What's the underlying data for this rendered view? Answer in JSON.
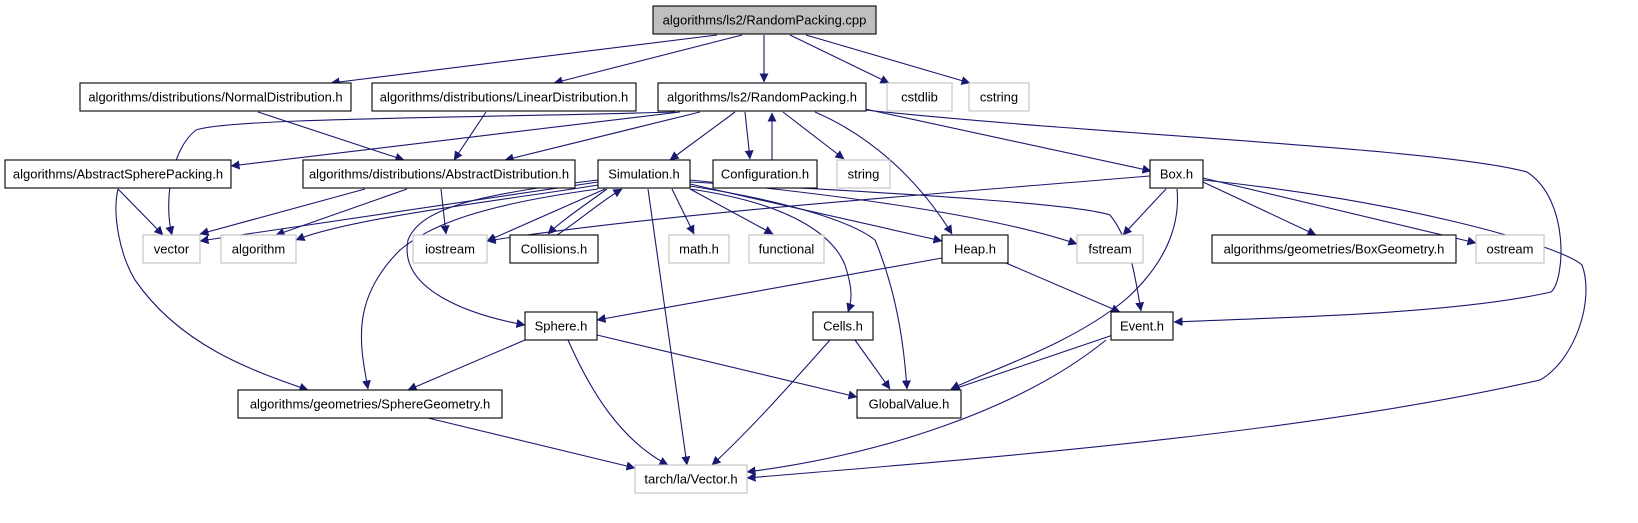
{
  "graph": {
    "edge_color": "#191970",
    "root_fill": "#bfbfbf",
    "nodes": [
      {
        "id": "root",
        "label": "algorithms/ls2/RandomPacking.cpp",
        "kind": "root"
      },
      {
        "id": "normal",
        "label": "algorithms/distributions/NormalDistribution.h",
        "kind": "internal"
      },
      {
        "id": "linear",
        "label": "algorithms/distributions/LinearDistribution.h",
        "kind": "internal"
      },
      {
        "id": "rph",
        "label": "algorithms/ls2/RandomPacking.h",
        "kind": "internal"
      },
      {
        "id": "cstdlib",
        "label": "cstdlib",
        "kind": "external"
      },
      {
        "id": "cstring",
        "label": "cstring",
        "kind": "external"
      },
      {
        "id": "asp",
        "label": "algorithms/AbstractSpherePacking.h",
        "kind": "internal"
      },
      {
        "id": "absdist",
        "label": "algorithms/distributions/AbstractDistribution.h",
        "kind": "internal"
      },
      {
        "id": "sim",
        "label": "Simulation.h",
        "kind": "internal"
      },
      {
        "id": "config",
        "label": "Configuration.h",
        "kind": "internal"
      },
      {
        "id": "string",
        "label": "string",
        "kind": "external"
      },
      {
        "id": "box",
        "label": "Box.h",
        "kind": "internal"
      },
      {
        "id": "vector",
        "label": "vector",
        "kind": "external"
      },
      {
        "id": "algorithm",
        "label": "algorithm",
        "kind": "external"
      },
      {
        "id": "iostream",
        "label": "iostream",
        "kind": "external"
      },
      {
        "id": "collisions",
        "label": "Collisions.h",
        "kind": "internal"
      },
      {
        "id": "math",
        "label": "math.h",
        "kind": "external"
      },
      {
        "id": "functional",
        "label": "functional",
        "kind": "external"
      },
      {
        "id": "heap",
        "label": "Heap.h",
        "kind": "internal"
      },
      {
        "id": "fstream",
        "label": "fstream",
        "kind": "external"
      },
      {
        "id": "boxgeo",
        "label": "algorithms/geometries/BoxGeometry.h",
        "kind": "internal"
      },
      {
        "id": "ostream",
        "label": "ostream",
        "kind": "external"
      },
      {
        "id": "sphere",
        "label": "Sphere.h",
        "kind": "internal"
      },
      {
        "id": "cells",
        "label": "Cells.h",
        "kind": "internal"
      },
      {
        "id": "event",
        "label": "Event.h",
        "kind": "internal"
      },
      {
        "id": "spheregeo",
        "label": "algorithms/geometries/SphereGeometry.h",
        "kind": "internal"
      },
      {
        "id": "globalvalue",
        "label": "GlobalValue.h",
        "kind": "internal"
      },
      {
        "id": "vectorh",
        "label": "tarch/la/Vector.h",
        "kind": "external"
      }
    ],
    "edges": [
      [
        "root",
        "normal"
      ],
      [
        "root",
        "linear"
      ],
      [
        "root",
        "rph"
      ],
      [
        "root",
        "cstdlib"
      ],
      [
        "root",
        "cstring"
      ],
      [
        "normal",
        "absdist"
      ],
      [
        "linear",
        "absdist"
      ],
      [
        "rph",
        "asp"
      ],
      [
        "rph",
        "absdist"
      ],
      [
        "rph",
        "sim"
      ],
      [
        "rph",
        "config"
      ],
      [
        "rph",
        "string"
      ],
      [
        "rph",
        "box"
      ],
      [
        "rph",
        "vector"
      ],
      [
        "rph",
        "heap"
      ],
      [
        "rph",
        "event"
      ],
      [
        "config",
        "rph"
      ],
      [
        "asp",
        "vector"
      ],
      [
        "asp",
        "spheregeo"
      ],
      [
        "absdist",
        "vector"
      ],
      [
        "absdist",
        "algorithm"
      ],
      [
        "absdist",
        "iostream"
      ],
      [
        "sim",
        "vector"
      ],
      [
        "sim",
        "algorithm"
      ],
      [
        "sim",
        "iostream"
      ],
      [
        "sim",
        "collisions"
      ],
      [
        "sim",
        "math"
      ],
      [
        "sim",
        "functional"
      ],
      [
        "sim",
        "heap"
      ],
      [
        "sim",
        "fstream"
      ],
      [
        "sim",
        "sphere"
      ],
      [
        "sim",
        "cells"
      ],
      [
        "sim",
        "event"
      ],
      [
        "sim",
        "spheregeo"
      ],
      [
        "sim",
        "globalvalue"
      ],
      [
        "sim",
        "vectorh"
      ],
      [
        "collisions",
        "sim"
      ],
      [
        "box",
        "iostream"
      ],
      [
        "box",
        "fstream"
      ],
      [
        "box",
        "boxgeo"
      ],
      [
        "box",
        "ostream"
      ],
      [
        "box",
        "globalvalue"
      ],
      [
        "box",
        "vectorh"
      ],
      [
        "heap",
        "sphere"
      ],
      [
        "heap",
        "event"
      ],
      [
        "sphere",
        "spheregeo"
      ],
      [
        "sphere",
        "globalvalue"
      ],
      [
        "sphere",
        "vectorh"
      ],
      [
        "cells",
        "globalvalue"
      ],
      [
        "cells",
        "vectorh"
      ],
      [
        "event",
        "globalvalue"
      ],
      [
        "event",
        "vectorh"
      ],
      [
        "spheregeo",
        "vectorh"
      ]
    ]
  }
}
